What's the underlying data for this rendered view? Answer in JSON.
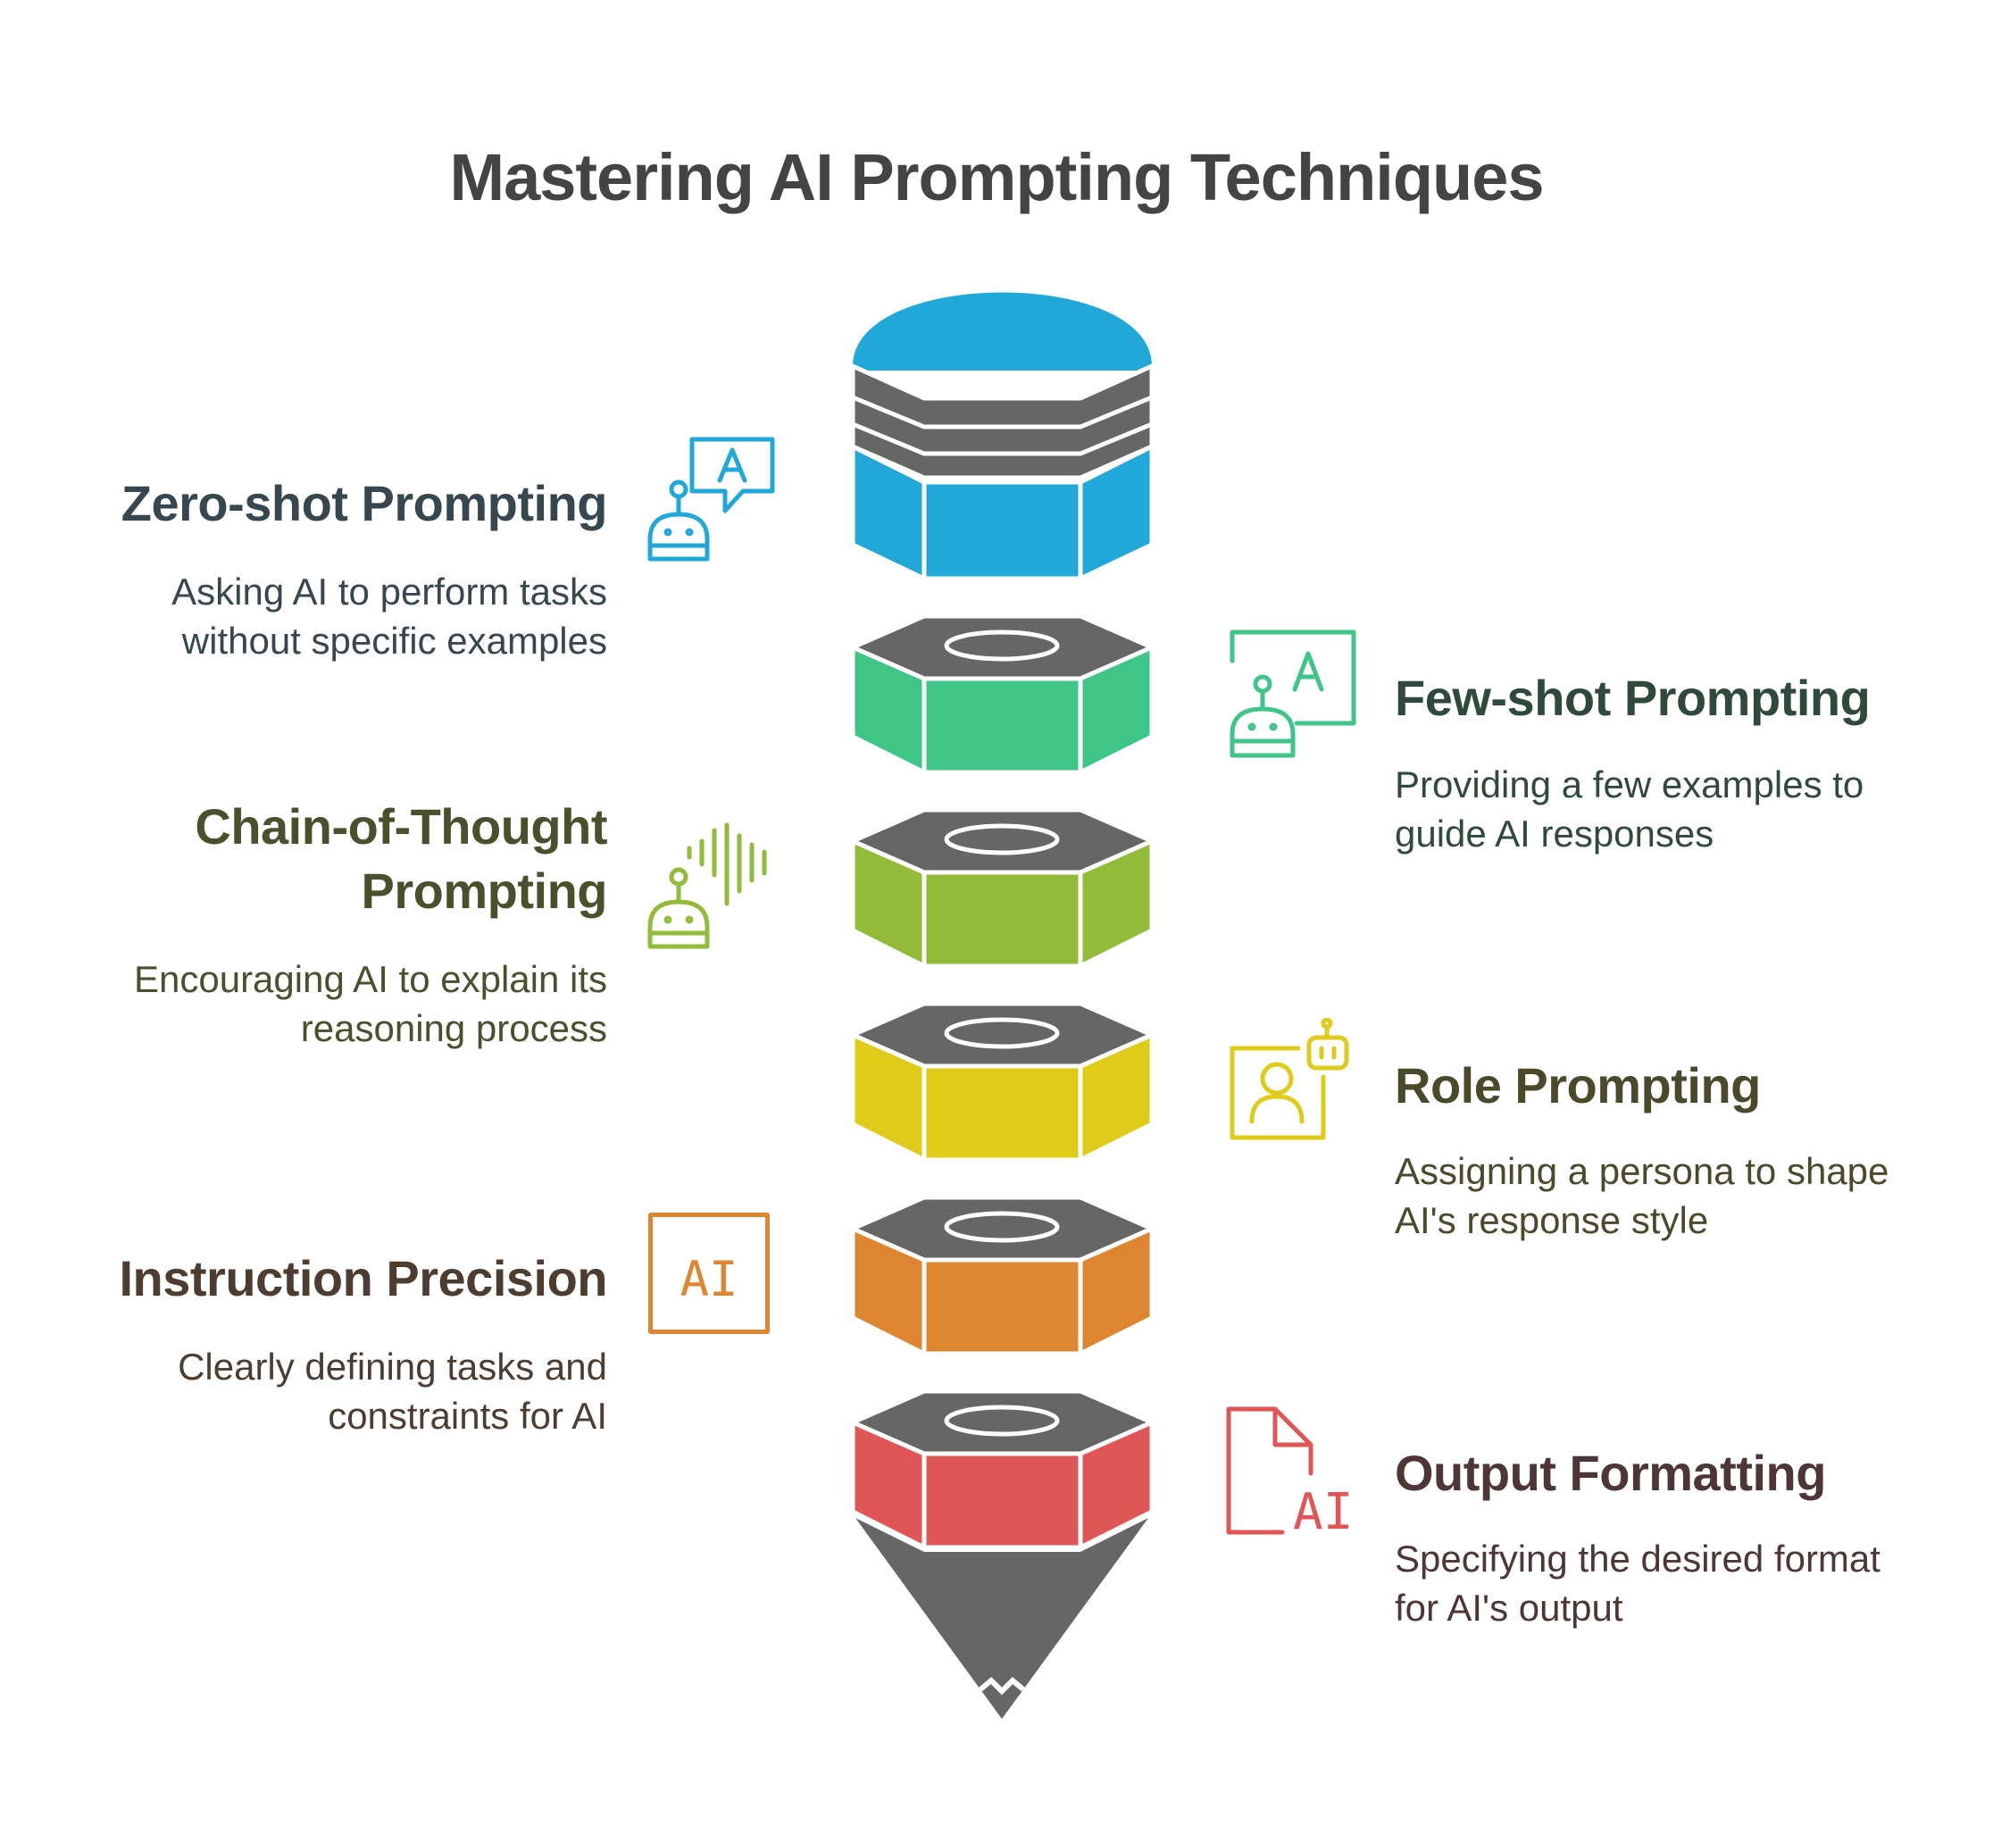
{
  "title": "Mastering AI Prompting Techniques",
  "colors": {
    "blue": "#22a8d8",
    "green": "#3ec587",
    "olive": "#92bb3a",
    "yellow": "#dfcb19",
    "orange": "#de8531",
    "red": "#e05656",
    "dark": "#666666"
  },
  "techniques": [
    {
      "heading": "Zero-shot Prompting",
      "description_line1": "Asking AI to perform tasks",
      "description_line2": "without specific examples",
      "icon": "robot-chat-icon",
      "color": "#22a8d8",
      "text_color": "#37474f"
    },
    {
      "heading": "Few-shot Prompting",
      "description_line1": "Providing a few examples to",
      "description_line2": "guide AI responses",
      "icon": "robot-board-icon",
      "color": "#3ec587",
      "text_color": "#2f4a3c"
    },
    {
      "heading_line1": "Chain-of-Thought",
      "heading_line2": "Prompting",
      "description_line1": "Encouraging AI to explain its",
      "description_line2": "reasoning process",
      "icon": "robot-soundwave-icon",
      "color": "#92bb3a",
      "text_color": "#48502c"
    },
    {
      "heading": "Role Prompting",
      "description_line1": "Assigning a persona to shape",
      "description_line2": "AI's response style",
      "icon": "persona-robot-icon",
      "color": "#dfcb19",
      "text_color": "#4a4a2a"
    },
    {
      "heading": "Instruction Precision",
      "description_line1": "Clearly defining tasks and",
      "description_line2": "constraints for AI",
      "icon": "ai-box-icon",
      "icon_text": "AI",
      "color": "#de8531",
      "text_color": "#4d3d30"
    },
    {
      "heading": "Output Formatting",
      "description_line1": "Specifying the desired format",
      "description_line2": "for AI's output",
      "icon": "ai-document-icon",
      "icon_text": "AI",
      "color": "#e05656",
      "text_color": "#4d3538"
    }
  ]
}
